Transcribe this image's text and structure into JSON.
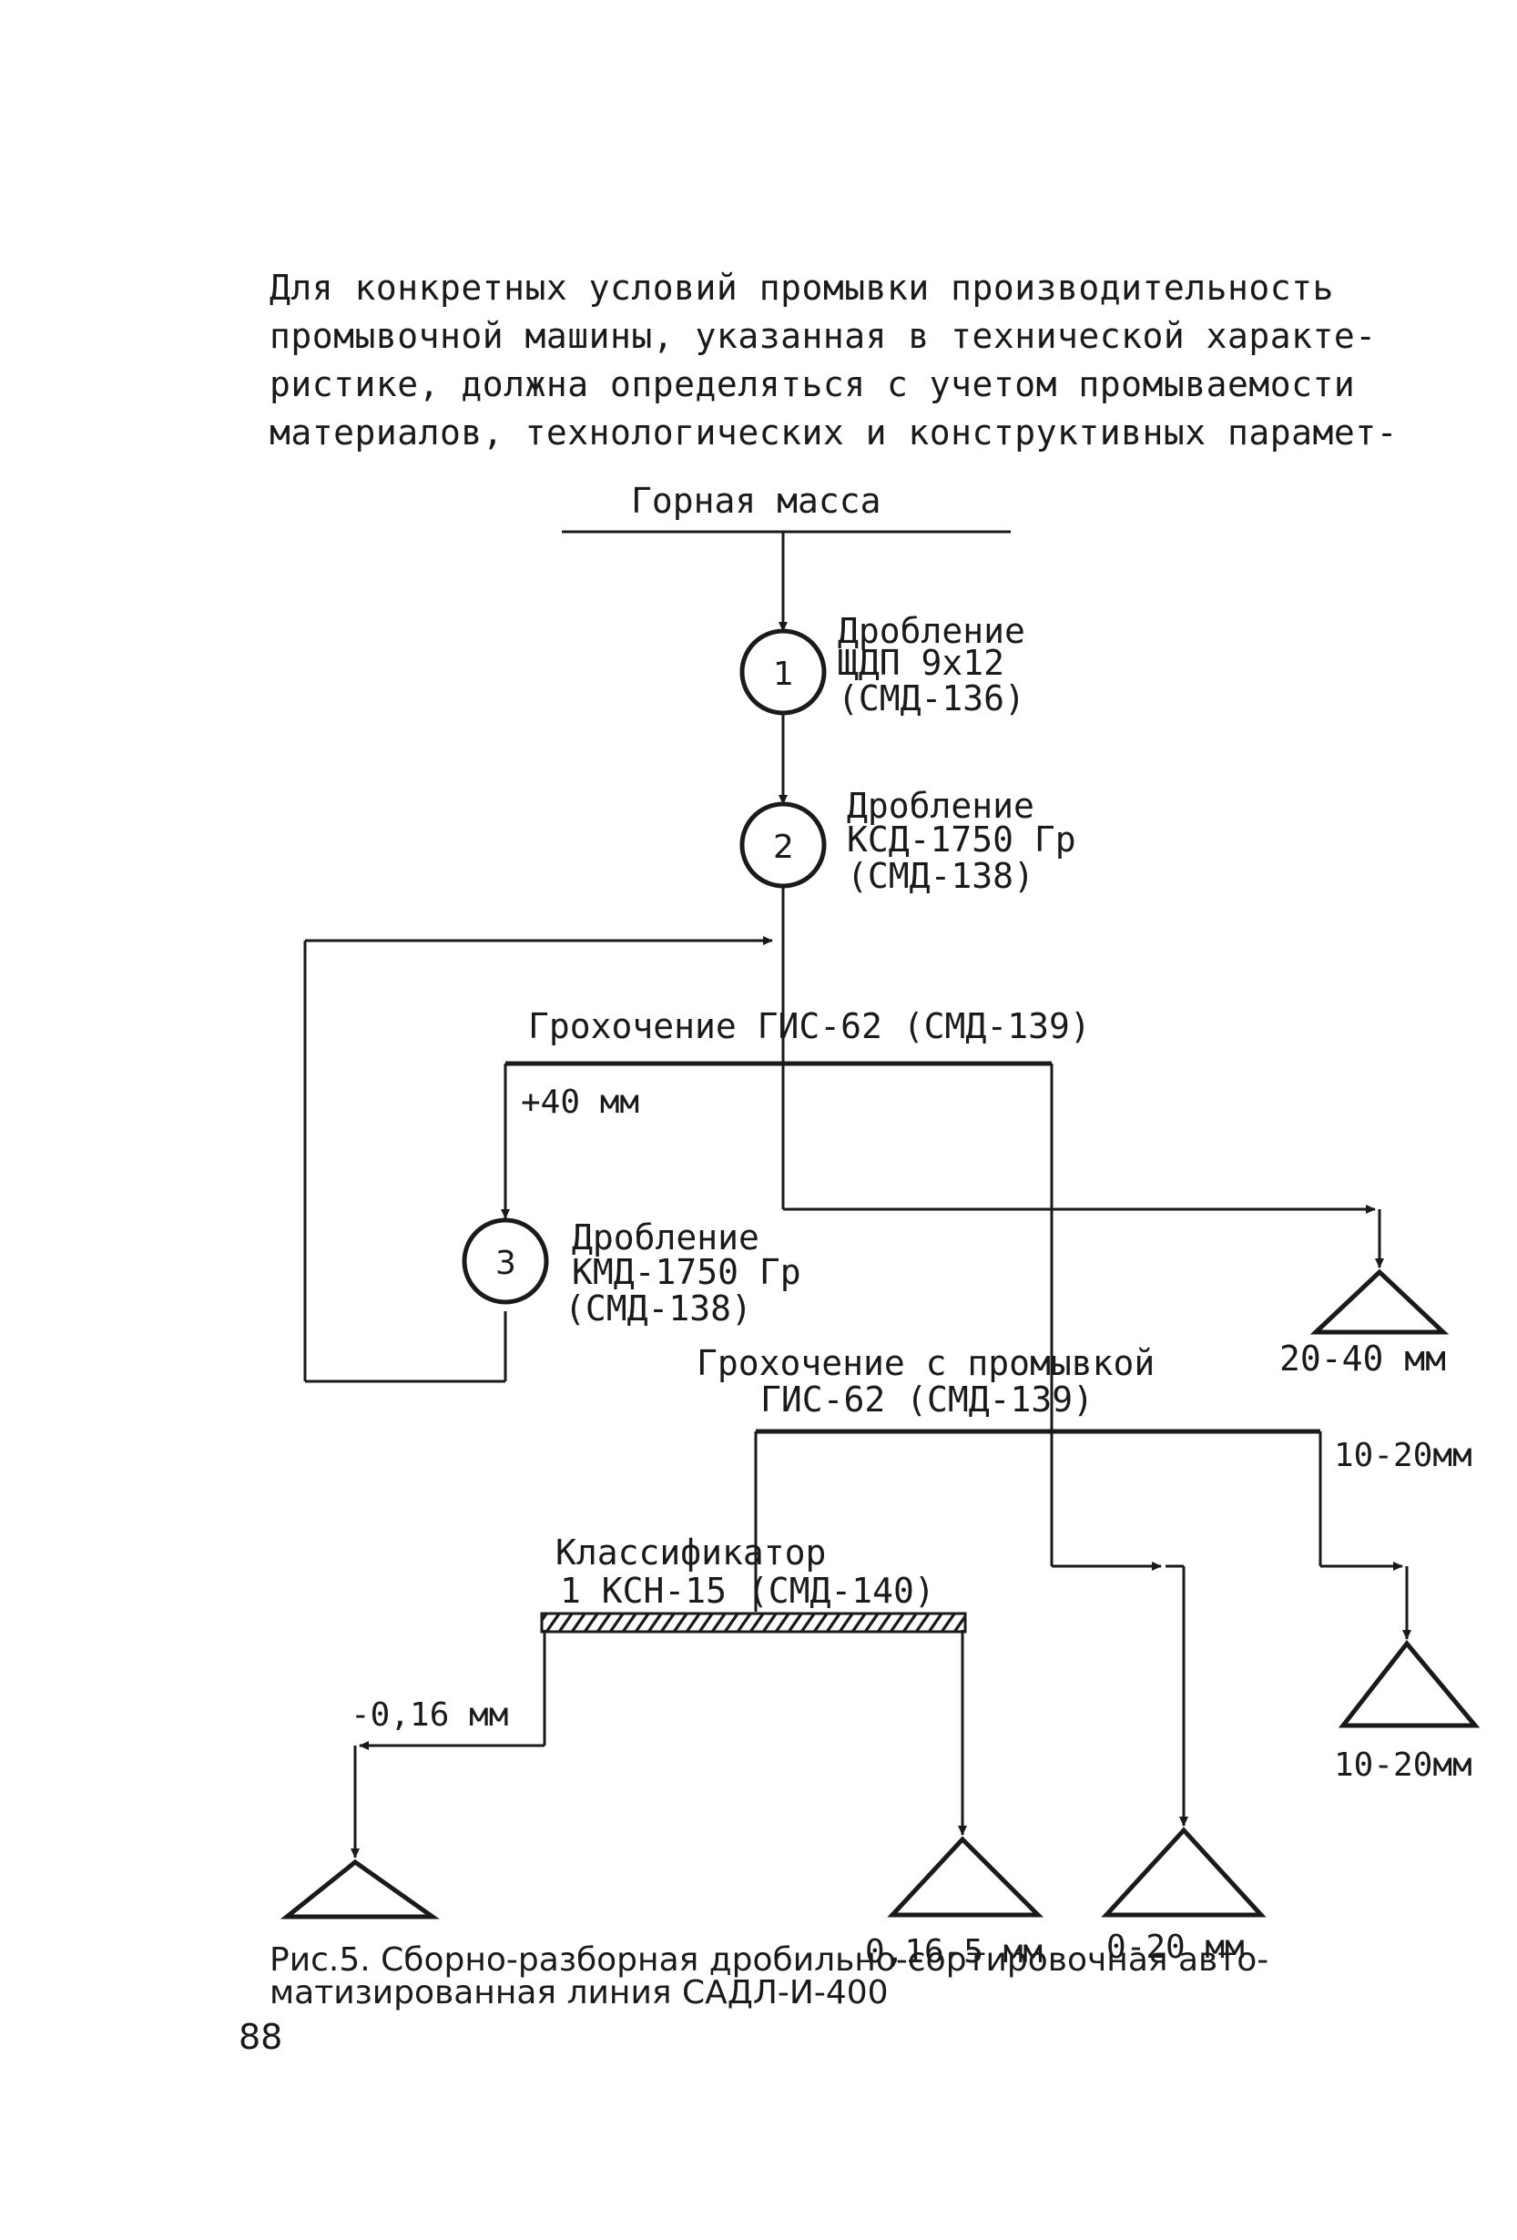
{
  "paragraph": {
    "lines": [
      "Для конкретных условий промывки производительность",
      "промывочной машины, указанная в технической характе-",
      "ристике, должна определяться с учетом промываемости",
      "материалов, технологических и конструктивных парамет-"
    ]
  },
  "diagram": {
    "source_label": "Горная масса",
    "nodes": [
      {
        "number": "1",
        "lines": [
          "Дробление",
          "ЩДП 9х12",
          "(СМД-136)"
        ]
      },
      {
        "number": "2",
        "lines": [
          "Дробление",
          "КСД-1750 Гр",
          "(СМД-138)"
        ]
      },
      {
        "number": "3",
        "lines": [
          "Дробление",
          "КМД-1750 Гр",
          "(СМД-138)"
        ]
      }
    ],
    "screen1": {
      "label": "Грохочение  ГИС-62  (СМД-139)",
      "oversize_label": "+40 мм"
    },
    "screen2": {
      "line1": "Грохочение с промывкой",
      "line2": "ГИС-62  (СМД-139)"
    },
    "classifier": {
      "line1": "Классификатор",
      "line2": "1 КСН-15  (СМД-140)",
      "fines_label": "-0,16 мм"
    },
    "products": [
      "20-40 мм",
      "10-20мм",
      "10-20мм",
      "0,16-5 мм",
      "0-20 мм"
    ]
  },
  "caption": {
    "line1": "Рис.5. Сборно-разборная дробильно-сортировочная авто-",
    "line2": "матизированная линия САДЛ-И-400"
  },
  "page_number": "88"
}
